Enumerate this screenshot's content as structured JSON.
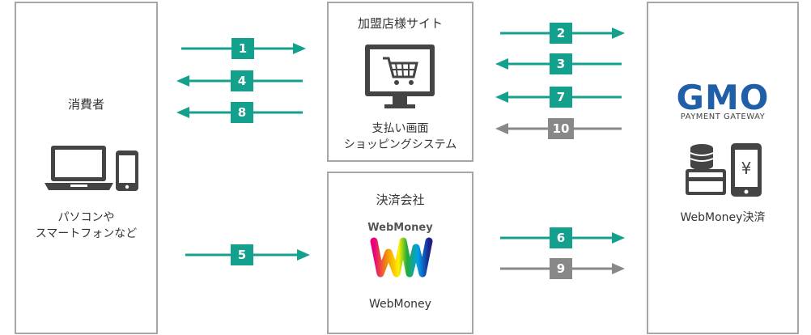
{
  "colors": {
    "teal": "#13a08c",
    "gray": "#888888",
    "border": "#a6a6a6"
  },
  "consumer": {
    "title": "消費者",
    "device_line1": "パソコンや",
    "device_line2": "スマートフォンなど",
    "icons": [
      "laptop-icon",
      "smartphone-icon"
    ]
  },
  "merchant": {
    "title": "加盟店様サイト",
    "line1": "支払い画面",
    "line2": "ショッピングシステム",
    "icons": [
      "monitor-cart-icon"
    ]
  },
  "settlement": {
    "title": "決済会社",
    "logo_text": "WebMoney",
    "name": "WebMoney"
  },
  "gmo": {
    "logo_text": "GMO",
    "subtitle": "PAYMENT GATEWAY",
    "caption": "WebMoney決済",
    "icons": [
      "coins-card-icon",
      "yen-phone-icon"
    ]
  },
  "steps": [
    {
      "num": "1",
      "direction": "right",
      "color": "teal",
      "between": "consumer-merchant"
    },
    {
      "num": "4",
      "direction": "left",
      "color": "teal",
      "between": "consumer-merchant"
    },
    {
      "num": "8",
      "direction": "left",
      "color": "teal",
      "between": "consumer-merchant"
    },
    {
      "num": "5",
      "direction": "right",
      "color": "teal",
      "between": "consumer-settlement"
    },
    {
      "num": "2",
      "direction": "right",
      "color": "teal",
      "between": "merchant-gmo"
    },
    {
      "num": "3",
      "direction": "left",
      "color": "teal",
      "between": "merchant-gmo"
    },
    {
      "num": "7",
      "direction": "left",
      "color": "teal",
      "between": "merchant-gmo"
    },
    {
      "num": "10",
      "direction": "left",
      "color": "gray",
      "between": "merchant-gmo"
    },
    {
      "num": "6",
      "direction": "right",
      "color": "teal",
      "between": "settlement-gmo"
    },
    {
      "num": "9",
      "direction": "right",
      "color": "gray",
      "between": "settlement-gmo"
    }
  ]
}
